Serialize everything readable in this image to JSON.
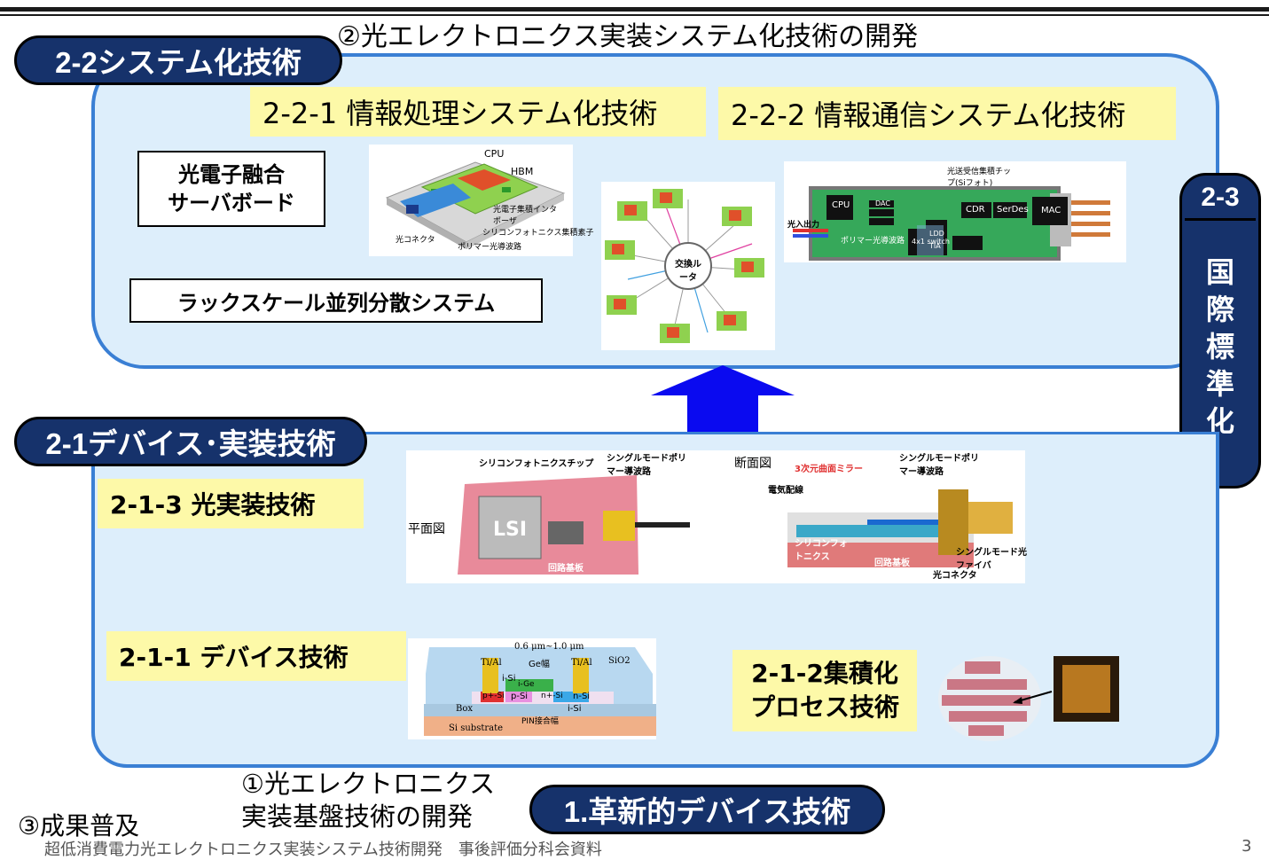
{
  "header": {
    "title": "②光エレクトロニクス実装システム化技術の開発"
  },
  "pills": {
    "system": "2-2システム化技術",
    "device": "2-1デバイス･実装技術",
    "innovative": "1.革新的デバイス技術"
  },
  "standardization": {
    "number": "2-3",
    "text": "国際標準化"
  },
  "top_panel": {
    "info_processing": "2-2-1 情報処理システム化技術",
    "info_comm": "2-2-2 情報通信システム化技術",
    "server_board": [
      "光電子融合",
      "サーバボード"
    ],
    "rack_scale": "ラックスケール並列分散システム",
    "module_labels": {
      "cpu": "CPU",
      "hbm": "HBM",
      "interposer": "光電子集積インタポーザ",
      "sipho": "シリコンフォトニクス集積素子",
      "polymer": "ポリマー光導波路",
      "connector": "光コネクタ"
    },
    "switch_label": "交換ルータ",
    "board_labels": {
      "chip": "光送受信集積チップ(Siフォト)",
      "cpu": "CPU",
      "dac": "DAC",
      "cdr": "CDR",
      "serdes": "SerDes",
      "mac": "MAC",
      "ldd": "LDD",
      "tia": "TIA",
      "switch": "4x1 switch",
      "io": "光入出力",
      "waveguide": "ポリマー光導波路"
    }
  },
  "bottom_panel": {
    "packaging": "2-1-3 光実装技術",
    "device_tech": "2-1-1 デバイス技術",
    "integration": [
      "2-1-2集積化",
      "プロセス技術"
    ],
    "packaging_labels": {
      "plan": "平面図",
      "section": "断面図",
      "chip": "シリコンフォトニクスチップ",
      "smwg": "シングルモードポリマー導波路",
      "smf": "シングルモード光ファイバ",
      "lsi": "LSI",
      "board": "回路基板",
      "connector": "光コネクタ",
      "mirror": "3次元曲面ミラー",
      "wiring": "電気配線",
      "sipho": "シリコンフォトニクス"
    },
    "device_labels": {
      "width": "0.6 μm~1.0 μm",
      "ge": "Ge幅",
      "tial": "Ti/Al",
      "sio2": "SiO2",
      "isi": "i-Si",
      "ige": "i-Ge",
      "psi": "p-Si",
      "nsi": "n-Si",
      "nnsi": "n+-Si",
      "ppsi": "p+-Si",
      "box": "Box",
      "pin": "PIN接合幅",
      "substrate": "Si substrate"
    }
  },
  "footer": {
    "line1": "①光エレクトロニクス",
    "line2": "実装基盤技術の開発",
    "dissemination": "③成果普及",
    "note": "超低消費電力光エレクトロニクス実装システム技術開発　事後評価分科会資料",
    "page": "3"
  },
  "colors": {
    "navy": "#16326b",
    "panel": "#ddeefb",
    "border": "#3a7fd4",
    "yellow": "#fdf9a8",
    "arrow": "#0a0af0"
  }
}
